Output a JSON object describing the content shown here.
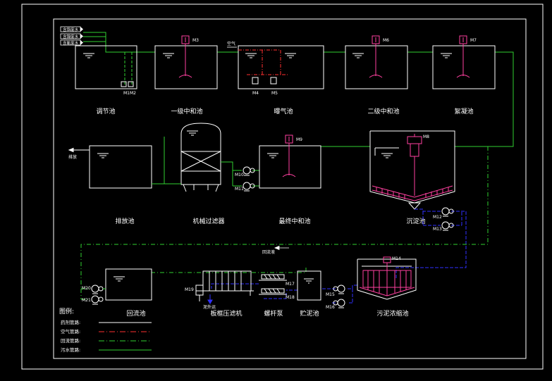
{
  "units": {
    "equalization": "调节池",
    "neutral1": "一级中和池",
    "aeration": "曝气池",
    "neutral2": "二级中和池",
    "coagulation": "絮凝池",
    "discharge": "排放池",
    "filter": "机械过滤器",
    "final_neutral": "最终中和池",
    "settling": "沉淀池",
    "return": "回流池",
    "filter_press": "板框压滤机",
    "screw_pump": "螺杆泵",
    "sludge_tank": "贮泥池",
    "thickener": "污泥浓缩池"
  },
  "tags": {
    "M1M2": "M1M2",
    "M3": "M3",
    "M4": "M4",
    "M5": "M5",
    "M6": "M6",
    "M7": "M7",
    "M8": "M8",
    "M9": "M9",
    "M10": "M10",
    "M11": "M11",
    "M12": "M12",
    "M13": "M13",
    "M14": "M14",
    "M15": "M15",
    "M16": "M16",
    "M17": "M17",
    "M18": "M18",
    "M19": "M19",
    "M20": "M20",
    "M21": "M21"
  },
  "annotations": {
    "inlet1": "含铬废水",
    "inlet2": "含镍废水",
    "inlet3": "含氰废水",
    "air": "空气",
    "drain": "排放",
    "return_water": "回流液",
    "cake_out": "泥外运"
  },
  "legend": {
    "title": "图例:",
    "items": [
      {
        "label": "药剂管路:",
        "color": "#ffffff",
        "style": "solid"
      },
      {
        "label": "空气管路:",
        "color": "#ff3030",
        "style": "dashdot"
      },
      {
        "label": "回流管路:",
        "color": "#30d030",
        "style": "dashdot"
      },
      {
        "label": "污水管路:",
        "color": "#30d030",
        "style": "solid"
      }
    ]
  },
  "colors": {
    "background": "#000000",
    "frame": "#ffffff",
    "tank": "#ffffff",
    "water_pipe": "#30d030",
    "sludge_pipe": "#3030ff",
    "air_pipe": "#ff3030",
    "mixer": "#ff40a0"
  }
}
